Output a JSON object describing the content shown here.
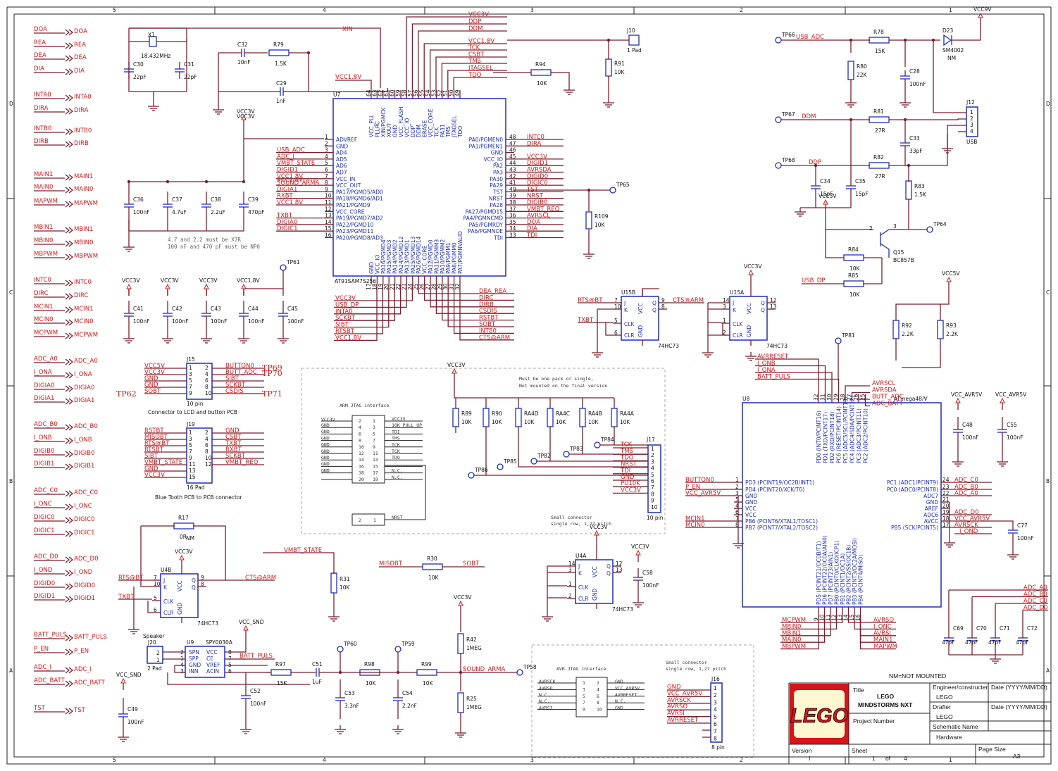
{
  "border": {
    "cols": [
      "5",
      "4",
      "3",
      "2",
      "1"
    ],
    "rows": [
      "D",
      "C",
      "B",
      "A"
    ]
  },
  "left_ports": [
    {
      "left": "DOA",
      "right": "DOA"
    },
    {
      "left": "REA",
      "right": "REA"
    },
    {
      "left": "DEA",
      "right": "DEA"
    },
    {
      "left": "DIA",
      "right": "DIA"
    },
    {
      "left": "INTA0",
      "right": "INTA0"
    },
    {
      "left": "DIRA",
      "right": "DIRA"
    },
    {
      "left": "INTB0",
      "right": "INTB0"
    },
    {
      "left": "DIRB",
      "right": "DIRB"
    },
    {
      "left": "MAIN1",
      "right": "MAIN1"
    },
    {
      "left": "MAIN0",
      "right": "MAIN0"
    },
    {
      "left": "MAPWM",
      "right": "MAPWM"
    },
    {
      "left": "MBIN1",
      "right": "MBIN1"
    },
    {
      "left": "MBIN0",
      "right": "MBIN0"
    },
    {
      "left": "MBPWM",
      "right": "MBPWM"
    },
    {
      "left": "INTC0",
      "right": "INTC0"
    },
    {
      "left": "DIRC",
      "right": "DIRC"
    },
    {
      "left": "MCIN1",
      "right": "MCIN1"
    },
    {
      "left": "MCIN0",
      "right": "MCIN0"
    },
    {
      "left": "MCPWM",
      "right": "MCPWM"
    },
    {
      "left": "ADC_A0",
      "right": "ADC_A0"
    },
    {
      "left": "I_ONA",
      "right": "I_ONA"
    },
    {
      "left": "DIGIA0",
      "right": "DIGIA0"
    },
    {
      "left": "DIGIA1",
      "right": "DIGIA1"
    },
    {
      "left": "ADC_B0",
      "right": "ADC_B0"
    },
    {
      "left": "I_ONB",
      "right": "I_ONB"
    },
    {
      "left": "DIGIB0",
      "right": "DIGIB0"
    },
    {
      "left": "DIGIB1",
      "right": "DIGIB1"
    },
    {
      "left": "ADC_C0",
      "right": "ADC_C0"
    },
    {
      "left": "I_ONC",
      "right": "I_ONC"
    },
    {
      "left": "DIGIC0",
      "right": "DIGIC0"
    },
    {
      "left": "DIGIC1",
      "right": "DIGIC1"
    },
    {
      "left": "ADC_D0",
      "right": "ADC_D0"
    },
    {
      "left": "I_OND",
      "right": "I_OND"
    },
    {
      "left": "DIGID0",
      "right": "DIGID0"
    },
    {
      "left": "DIGID1",
      "right": "DIGID1"
    },
    {
      "left": "BATT_PULS",
      "right": "BATT_PULS"
    },
    {
      "left": "P_EN",
      "right": "P_EN"
    },
    {
      "left": "ADC_I",
      "right": "ADC_I"
    },
    {
      "left": "ADC_BATT",
      "right": "ADC_BATT"
    },
    {
      "left": "TST",
      "right": "TST"
    }
  ],
  "crystal": {
    "ref": "X1",
    "freq": "18.432MHz",
    "c30": "C30",
    "c30v": "22pF",
    "c31": "C31",
    "c31v": "22pF",
    "net": "XIN"
  },
  "filter": {
    "c32": "C32",
    "c32v": "10nF",
    "r79": "R79",
    "r79v": "1.5K",
    "c29": "C29",
    "c29v": "1nF"
  },
  "u7": {
    "ref": "U7",
    "part": "AT91SAM7S256",
    "vcc18": "VCC1.8V",
    "vcc3": "VCC3V",
    "top_pins": [
      "VCC_PLL",
      "PLLRC",
      "XIN/PGMCK",
      "XOUT",
      "GND",
      "VCC_FLASH",
      "VCC_IO",
      "DDP",
      "DDM",
      "ERASE",
      "VCC_CORE",
      "TCK",
      "PA31",
      "TMS",
      "JTAGSEL",
      "TDO"
    ],
    "top_nums": [
      "64",
      "63",
      "62",
      "61",
      "60",
      "59",
      "58",
      "57",
      "56",
      "55",
      "54",
      "53",
      "52",
      "51",
      "50",
      "49"
    ],
    "left_pins": [
      "ADVREF",
      "GND",
      "AD4",
      "AD5",
      "AD6",
      "AD7",
      "VCC_IN",
      "VCC_OUT",
      "PA17/PGMD5/AD0",
      "PA18/PGMD6/AD1",
      "PA21/PGMD9",
      "VCC_CORE",
      "PA19/PGMD7/AD2",
      "PA22/PGMD10",
      "PA23/PGMD11",
      "PA20/PGMD8/AD3"
    ],
    "left_nets": [
      "",
      "",
      "USB_ADC",
      "ADC_I",
      "VMBT_STATE",
      "DIGID1",
      "VCC1.8V",
      "SOUND_ARMA",
      "DIGIA1",
      "RXBT",
      "VCC1.8V",
      "",
      "TXBT",
      "DIGIA0",
      "DIGIC1",
      ""
    ],
    "right_pins": [
      "PA0/PGMEN0",
      "PA1/PGMEN1",
      "GND",
      "VCC_IO",
      "PA2",
      "PA3",
      "PA30",
      "PA29",
      "TST",
      "NRST",
      "PA28",
      "PA27/PGMD15",
      "PA4/PGMNCMD",
      "PA5/PGMRDY",
      "PA6/PGMNOE",
      "TDI"
    ],
    "right_nums": [
      "48",
      "47",
      "46",
      "45",
      "44",
      "43",
      "42",
      "41",
      "40",
      "39",
      "38",
      "37",
      "36",
      "35",
      "34",
      "33"
    ],
    "right_nets": [
      "INTC0",
      "DIRA",
      "",
      "VCC3V",
      "DIGID1",
      "AVRSDA",
      "DIGID0",
      "DIGIC0",
      "TST",
      "NRST",
      "DIGIB0",
      "VMBT_REQ",
      "AVRSCL",
      "DOA",
      "DIA",
      "TDI"
    ],
    "bottom_pins": [
      "GND",
      "VCC_IO",
      "PA16/PGMD4",
      "PA15/PGMD3",
      "PA14/PGMD2",
      "PA24/PGMD12",
      "PA13/PGMD1",
      "PA25/PGMD13",
      "PA26/PGMD14",
      "VCC_CORE",
      "PA12/PGMD0",
      "PA11/PGMM3",
      "PA10/PGMM2",
      "PA9/PGMM1",
      "PA8/PGMM0",
      "PA7/PGMNVALID"
    ],
    "bottom_nums": [
      "17",
      "18",
      "19",
      "20",
      "21",
      "22",
      "23",
      "24",
      "25",
      "26",
      "27",
      "28",
      "29",
      "30",
      "31",
      "32"
    ],
    "bottom_left_nets": [
      "VCC3V",
      "USB_DP",
      "INTA0",
      "SCKBT",
      "SIBT",
      "RTSBT",
      "VCC1.8V"
    ],
    "bottom_right_nets": [
      "DEA_REA",
      "DIRC",
      "DIRB",
      "CSDIS",
      "RSTBT",
      "SOBT",
      "INT80",
      "CTS@ARM"
    ],
    "top_nets": [
      "VCC3V",
      "DDP",
      "DDM",
      "VCC1.8V",
      "TCK",
      "CSBT",
      "TMS",
      "JTAGSEL",
      "TDO"
    ]
  },
  "r94": {
    "ref": "R94",
    "val": "10K"
  },
  "j10": {
    "ref": "J10",
    "val": "1 Pad",
    "r91": "R91",
    "r91v": "10K"
  },
  "r109": {
    "ref": "R109",
    "val": "10K",
    "tp": "TP65"
  },
  "decoupling1": {
    "vcc": "VCC3V",
    "vcc18": "VCC1.8V",
    "caps": [
      {
        "ref": "C36",
        "val": "100nF"
      },
      {
        "ref": "C37",
        "val": "4.7uF"
      },
      {
        "ref": "C38",
        "val": "2.2uF"
      },
      {
        "ref": "C39",
        "val": "470pF"
      }
    ],
    "note1": "4.7 and 2.2 must be X7R",
    "note2": "100 nF and 470 pF must be NP0"
  },
  "decoupling2": {
    "tp": "TP61",
    "caps": [
      {
        "ref": "C41",
        "val": "100nF",
        "vcc": "VCC3V"
      },
      {
        "ref": "C42",
        "val": "100nF",
        "vcc": "VCC3V"
      },
      {
        "ref": "C43",
        "val": "100nF",
        "vcc": "VCC3V"
      },
      {
        "ref": "C44",
        "val": "100nF",
        "vcc": "VCC1.8V"
      },
      {
        "ref": "C45",
        "val": "100nF",
        "vcc": ""
      }
    ]
  },
  "j15": {
    "ref": "J15",
    "sub": "10 pin",
    "caption": "Connector to LCD and button PCB",
    "left": [
      "VCC5V",
      "VCC3V",
      "GND",
      "GND",
      "SOBT"
    ],
    "right": [
      "BUTTON0",
      "BUTT_ADC",
      "SIBT",
      "SCKBT",
      "CSDIS"
    ],
    "lnums": [
      "1",
      "3",
      "5",
      "7",
      "9"
    ],
    "rnums": [
      "2",
      "4",
      "6",
      "8",
      "10"
    ],
    "tps": [
      "TP69",
      "TP70",
      "TP71",
      "TP62"
    ]
  },
  "j19": {
    "ref": "J19",
    "sub": "16 Pad",
    "caption": "Blue Tooth PCB to PCB connector",
    "left": [
      "RSTBT",
      "MISOBT",
      "RTS@BT",
      "RTSBT",
      "SIBT",
      "VMBT_STATE",
      "GND",
      "VCC3V"
    ],
    "right": [
      "GND",
      "CSBT",
      "TXBT",
      "RXBT",
      "SCKBT",
      "VMBT_REQ"
    ],
    "lnums": [
      "1",
      "3",
      "5",
      "7",
      "9",
      "11",
      "13",
      "15"
    ],
    "rnums": [
      "2",
      "4",
      "6",
      "8",
      "10",
      "12"
    ]
  },
  "u4b": {
    "ref": "U4B",
    "part": "74HC73",
    "r17": "R17",
    "r17v": "0R",
    "nm": "NM",
    "vcc": "VCC3V",
    "in1": "RTS@BT",
    "in2": "TXBT",
    "out": "CTS@ARM",
    "pins": [
      "J",
      "K",
      "CLK",
      "CLR",
      "VCC",
      "GND",
      "Q",
      "Q"
    ],
    "nums": [
      "7",
      "10",
      "5",
      "6",
      "9",
      "8"
    ]
  },
  "speaker": {
    "label": "Speaker",
    "j20": "J20",
    "j20v": "2 Pad",
    "u9": "U9",
    "part": "SPY0030A",
    "vcc": "VCC_SND",
    "pins": [
      "SPN",
      "SPP",
      "GND",
      "INN",
      "VCC",
      "CE",
      "VREF",
      "ACIN"
    ],
    "nums": [
      "2",
      "1",
      "4",
      "3",
      "8",
      "7",
      "5",
      "6"
    ],
    "batt": "BATT_PULS",
    "c52": "C52",
    "c52v": "100nF",
    "c49": "C49",
    "c49v": "100nF",
    "vcc2": "VCC_SND"
  },
  "audio": {
    "r97": "R97",
    "r97v": "15K",
    "c51": "C51",
    "c51v": "1uF",
    "tp60": "TP60",
    "c53": "C53",
    "c53v": "3.3nF",
    "r98": "R98",
    "r98v": "10K",
    "tp59": "TP59",
    "c54": "C54",
    "c54v": "2.2nF",
    "r99": "R99",
    "r99v": "10K",
    "vcc": "VCC3V",
    "r42": "R42",
    "r42v": "1MEG",
    "r25": "R25",
    "r25v": "1MEG",
    "net": "SOUND_ARMA",
    "tp58": "TP58"
  },
  "r31": {
    "ref": "R31",
    "val": "10K",
    "net": "VMBT_STATE"
  },
  "r30": {
    "ref": "R30",
    "val": "10K",
    "a": "MISOBT",
    "b": "SOBT"
  },
  "arm_jtag": {
    "title": "ARM JTAG interface",
    "vcc": "VCC3V",
    "left": [
      "GND",
      "GND",
      "GND",
      "GND",
      "GND",
      "GND",
      "GND",
      "GND"
    ],
    "lnums": [
      "2",
      "4",
      "6",
      "8",
      "10",
      "12",
      "14",
      "16",
      "18",
      "20"
    ],
    "rnums": [
      "1",
      "3",
      "5",
      "7",
      "9",
      "11",
      "13",
      "15",
      "17",
      "19"
    ],
    "right": [
      "VCC3V",
      "10K PULL UP",
      "TDI",
      "TMS",
      "TCK",
      "TCK",
      "TDO",
      "",
      "N.C.",
      "N.C."
    ],
    "nrst": "NRST",
    "pin2": "2",
    "pin1": "1"
  },
  "j17": {
    "ref": "J17",
    "sub": "10 pin",
    "vcc": "VCC3V",
    "note1": "Must be one pack or single,",
    "note2": "Not mounted on the final version",
    "caption1": "Small connector",
    "caption2": "single row, 1,27 pitch",
    "res": [
      {
        "ref": "R89",
        "val": "10K"
      },
      {
        "ref": "R90",
        "val": "10K"
      },
      {
        "ref": "RA4D",
        "val": "10K"
      },
      {
        "ref": "RA4C",
        "val": "10K"
      },
      {
        "ref": "RA4B",
        "val": "10K"
      },
      {
        "ref": "RA4A",
        "val": "10K"
      }
    ],
    "tps": [
      "TP86",
      "TP85",
      "TP82",
      "TP83",
      "TP84"
    ],
    "nets": [
      "TCK",
      "TMS",
      "TDO",
      "NRST",
      "TDI",
      "GND",
      "PU10K",
      "VCC3V"
    ],
    "nums": [
      "1",
      "2",
      "3",
      "4",
      "5",
      "6",
      "7",
      "8",
      "9",
      "10"
    ]
  },
  "u15b": {
    "ref": "U15B",
    "part": "74HC73",
    "in1": "RTS@BT",
    "in2": "TXBT",
    "out": "CTS@ARM",
    "nums": [
      "7",
      "10",
      "5",
      "6",
      "9",
      "8"
    ]
  },
  "u15a": {
    "ref": "U15A",
    "part": "74HC73",
    "vcc": "VCC3V",
    "nums": [
      "14",
      "3",
      "1",
      "2",
      "12",
      "13"
    ]
  },
  "u4a": {
    "ref": "U4A",
    "part": "74HC73",
    "vcc": "VCC3V",
    "nums": [
      "14",
      "3",
      "1",
      "2",
      "12",
      "13"
    ],
    "c58": "C58",
    "c58v": "100nF",
    "vcc2": "VCC3V"
  },
  "usb": {
    "tp66": "TP66",
    "usb_adc": "USB_ADC",
    "r78": "R78",
    "r78v": "15K",
    "d23": "D23",
    "d23v": "SM4002",
    "nm": "NM",
    "vcc": "VCC9V",
    "r80": "R80",
    "r80v": "22K",
    "c28": "C28",
    "c28v": "100nF",
    "j12": "J12",
    "j12v": "USB",
    "j12n": [
      "1",
      "2",
      "3",
      "4"
    ],
    "tp67": "TP67",
    "ddm": "DDM",
    "r81": "R81",
    "r81v": "27R",
    "c33": "C33",
    "c33v": "33pF",
    "tp68": "TP68",
    "ddp": "DDP",
    "r82": "R82",
    "r82v": "27R",
    "c34": "C34",
    "c34v": "15pF",
    "c35": "C35",
    "c35v": "15pF",
    "r83": "R83",
    "r83v": "1.5K",
    "tp64": "TP64",
    "vcc3": "VCC3V",
    "q15": "Q15",
    "q15v": "BC857B",
    "r84": "R84",
    "r84v": "10K",
    "r85": "R85",
    "r85v": "10K",
    "usb_dp": "USB_DP"
  },
  "u8": {
    "ref": "U8",
    "part": "ATmega48/V",
    "vcc5": "VCC5V",
    "tp81": "TP81",
    "r92": "R92",
    "r92v": "2.2K",
    "r93": "R93",
    "r93v": "2.2K",
    "top_nets": [
      "AVRRESET",
      "I_ONB",
      "I_ONA",
      "BATT_PULS",
      "AVRSCL",
      "AVRSDA",
      "BUTT_ADC",
      "ADC_BATT"
    ],
    "top_pins": [
      "PD0 (INT0/PCINT16)",
      "PD1 (TXD/PCINT17)",
      "PD2 (RXD/PCINT18)",
      "PC6 (RESET/PCINT14)",
      "PC5 (ADC5/SCL/PCINT13)",
      "PC4 (ADC4/SDA/PCINT12)",
      "PC3 (ADC3/PCINT11)",
      "PC2 (ADC2/PCINT10)"
    ],
    "top_nums": [
      "32",
      "31",
      "30",
      "29",
      "28",
      "27",
      "26",
      "25"
    ],
    "left_nets": [
      "BUTTON0",
      "P_EN",
      "VCC_AVR5V",
      "",
      "",
      "",
      "MCIN1",
      "MCIN0"
    ],
    "left_pins": [
      "PD3 (PCINT19/OC2B/INT1)",
      "PD4 (PCINT20/XCK/T0)",
      "GND",
      "GND",
      "VCC",
      "VCC",
      "PB6 (PCINT6/XTAL1/TOSC1)",
      "PB7 (PCINT7/XTAL2/TOSC2)"
    ],
    "left_nums": [
      "1",
      "2",
      "3",
      "5",
      "4",
      "6",
      "7",
      "8"
    ],
    "right_pins": [
      "PC1 (ADC1/PCINT9)",
      "PC0 (ADC0/PCINT8)",
      "ADC7",
      "GND",
      "AREF",
      "ADC6",
      "AVCC",
      "PB5 (SCK/PCINT5)"
    ],
    "right_nums": [
      "24",
      "23",
      "22",
      "21",
      "20",
      "19",
      "18",
      "17"
    ],
    "right_nets": [
      "ADC_C0",
      "ADC_B0",
      "ADC_A0",
      "",
      "",
      "ADC_D0",
      "VCC_AVR5V",
      "AVRSCK"
    ],
    "right_extra": "I_OND",
    "bottom_pins": [
      "PD5 (PCINT21/OC0B/T1)",
      "PD6 (PCINT22/OC0A/AIN0)",
      "PD7 (PCINT23/AIN1)",
      "PB0 (PCINT0/CLKO/ICP1)",
      "PB1 (PCINT1/OC1A)",
      "PB2 (PCINT2/SS/OC1B)",
      "PB3 (PCINT3/OC2A/MOSI)",
      "PB4 (PCINT4/MISO)"
    ],
    "bottom_nums": [
      "9",
      "10",
      "11",
      "12",
      "13",
      "14",
      "15",
      "16"
    ],
    "bottom_left_nets": [
      "MCPWM",
      "MBIN0",
      "MBIN1",
      "MAIN0",
      "MBPWM"
    ],
    "bottom_right_nets": [
      "AVRSO",
      "I_ONC",
      "AVRSI",
      "MAIN1",
      "MAPWM"
    ],
    "c77": "C77",
    "c77v": "100nF"
  },
  "avr_caps": {
    "vcc_a": "VCC_AVR5V",
    "vcc_b": "VCC_AVR5V",
    "c48": "C48",
    "c48v": "100nF",
    "c55": "C55",
    "c55v": "100nF",
    "nets": [
      "ADC_A0",
      "ADC_B0",
      "ADC_C0",
      "ADC_D0"
    ],
    "caps": [
      {
        "ref": "C69",
        "val": "47pF"
      },
      {
        "ref": "C70",
        "val": "47pF"
      },
      {
        "ref": "C71",
        "val": "47pF"
      },
      {
        "ref": "C72",
        "val": "47pF"
      }
    ]
  },
  "avr_jtag": {
    "title": "AVR JTAG interface",
    "left": [
      "AVRSCK",
      "AVRSO",
      "N.C.",
      "N.C.",
      "AVRSI"
    ],
    "right": [
      "GND",
      "VCC_AVR5V",
      "AVRRESET",
      "N.C.",
      "GND"
    ],
    "lnums": [
      "1",
      "3",
      "5",
      "7",
      "9"
    ],
    "rnums": [
      "2",
      "4",
      "6",
      "8",
      "10"
    ]
  },
  "j16": {
    "ref": "J16",
    "sub": "8 pin",
    "caption1": "Small connector",
    "caption2": "single row, 1,27 pitch",
    "nets": [
      "GND",
      "VCC_AVR5V",
      "AVRSCK",
      "AVRSO",
      "AVRSI",
      "AVRRESET"
    ],
    "nums": [
      "1",
      "2",
      "3",
      "4",
      "5",
      "6",
      "7",
      "8"
    ]
  },
  "title_block": {
    "nm_note": "NM=NOT MOUNTED",
    "logo": "LEGO",
    "title_label": "Title",
    "title1": "LEGO",
    "title2": "MINDSTORMS NXT",
    "project_label": "Project Number",
    "eng_label": "Engineer/constructer",
    "eng": "LEGO",
    "date_label1": "Date (YYYY/MM/DD)",
    "drafter_label": "Drafter",
    "drafter": "LEGO",
    "date_label2": "Date (YYYY/MM/DD)",
    "schem_label": "Schematic Name",
    "schem": "Hardware",
    "version_label": "Version",
    "version": "I",
    "sheet_label": "Sheet",
    "sheet": "1",
    "of": "of",
    "sheets": "4",
    "size_label": "Page Size",
    "size": "A3"
  }
}
